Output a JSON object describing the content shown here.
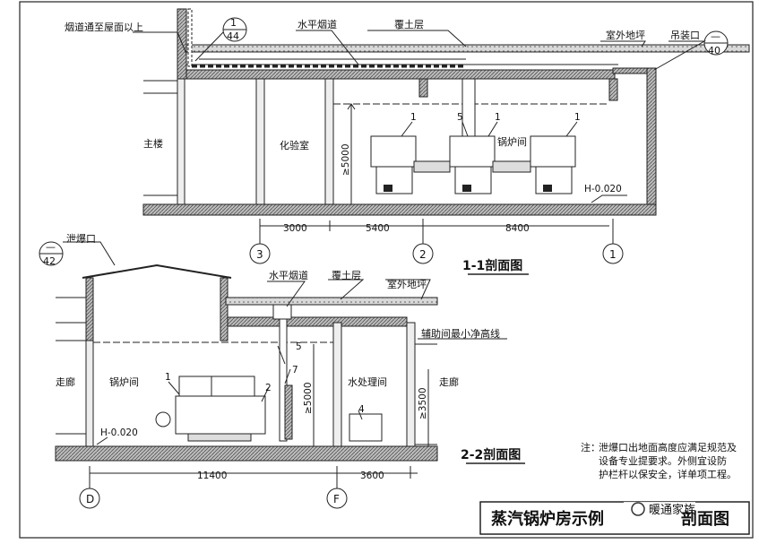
{
  "section1": {
    "title": "1-1剖面图",
    "chimney_note": "烟道通至屋面以上",
    "horizontal_flue": "水平烟道",
    "soil_layer": "覆土层",
    "outdoor_ground": "室外地坪",
    "hoist_opening": "吊装口",
    "ref_a": {
      "top": "1",
      "bottom": "44"
    },
    "ref_b": {
      "top": "—",
      "bottom": "40"
    },
    "room_main": "主楼",
    "room_lab": "化验室",
    "room_boiler": "锅炉间",
    "height": "≥5000",
    "level": "H-0.020",
    "item_1": "1",
    "item_5": "5",
    "dims": [
      "3000",
      "5400",
      "8400"
    ],
    "axes": [
      "3",
      "2",
      "1"
    ]
  },
  "section2": {
    "title": "2-2剖面图",
    "explosion_vent": "泄爆口",
    "ref_c": {
      "top": "—",
      "bottom": "42"
    },
    "horizontal_flue": "水平烟道",
    "soil_layer": "覆土层",
    "outdoor_ground": "室外地坪",
    "aux_note": "辅助间最小净高线",
    "corridor_left": "走廊",
    "corridor_right": "走廊",
    "room_boiler": "锅炉间",
    "room_water": "水处理间",
    "height_a": "≥5000",
    "height_b": "≥3500",
    "level": "H-0.020",
    "item_1": "1",
    "item_2": "2",
    "item_4": "4",
    "item_5": "5",
    "item_7": "7",
    "dims": [
      "11400",
      "3600"
    ],
    "axes": [
      "D",
      "F"
    ]
  },
  "note": {
    "prefix": "注：",
    "line1": "泄爆口出地面高度应满足规范及",
    "line2": "设备专业提要求。外侧宜设防",
    "line3": "护栏杆以保安全，详单项工程。"
  },
  "footer": {
    "title": "蒸汽锅炉房示例",
    "suffix": "剖面图",
    "watermark": "暖通家族"
  }
}
